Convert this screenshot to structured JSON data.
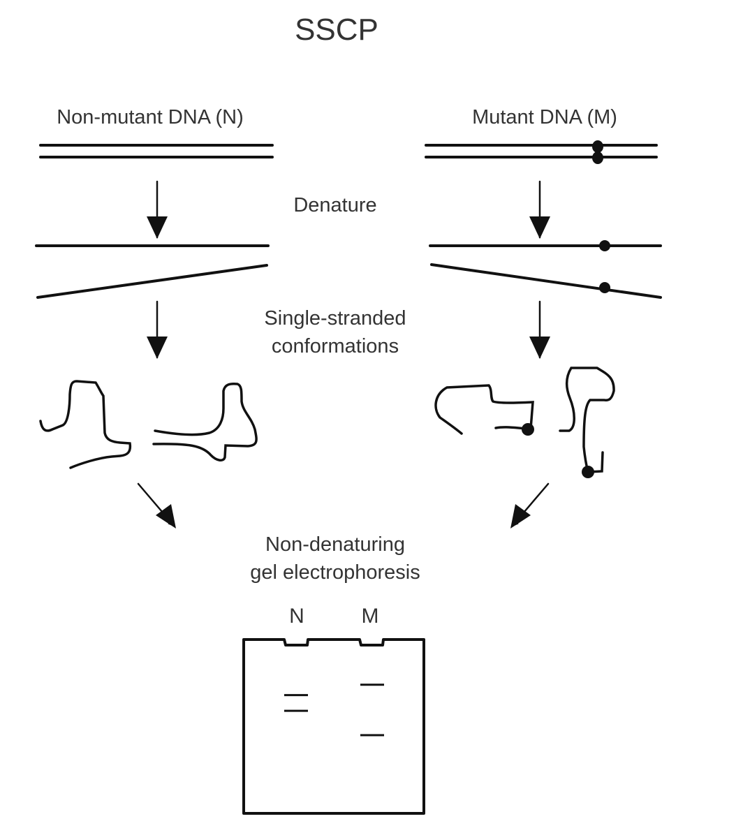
{
  "title": "SSCP",
  "left_header": "Non-mutant DNA (N)",
  "right_header": "Mutant DNA (M)",
  "step1_label": "Denature",
  "step2_label_line1": "Single-stranded",
  "step2_label_line2": "conformations",
  "step3_label_line1": "Non-denaturing",
  "step3_label_line2": "gel electrophoresis",
  "gel": {
    "lanes": [
      {
        "label": "N",
        "bands_relative_migration": [
          0.32,
          0.41
        ]
      },
      {
        "label": "M",
        "bands_relative_migration": [
          0.26,
          0.55
        ]
      }
    ]
  },
  "colors": {
    "stroke": "#111111",
    "text": "#333333",
    "background": "#ffffff"
  }
}
